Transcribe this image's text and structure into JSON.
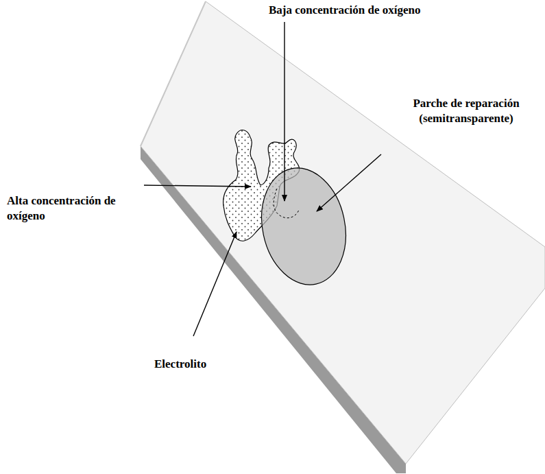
{
  "diagram": {
    "labels": [
      "Baja concentración de oxígeno",
      "Parche de reparación (semitransparente)",
      "Alta concentración de oxígeno",
      "Electrolito"
    ]
  }
}
